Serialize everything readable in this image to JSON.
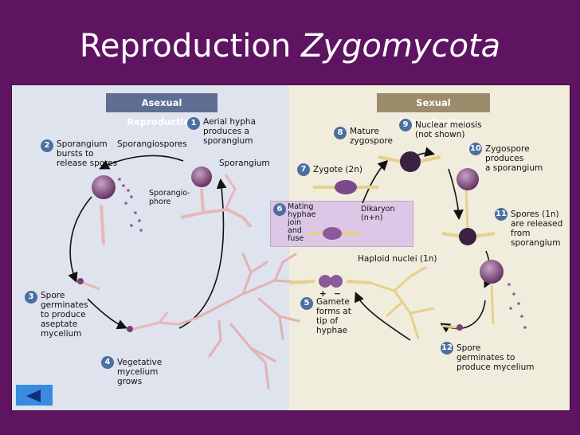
{
  "title": {
    "main": "Reproduction",
    "italic": "Zygomycota"
  },
  "headers": {
    "asexual": "Asexual Reproduction",
    "sexual": "Sexual Reproduction"
  },
  "steps": [
    {
      "num": "1",
      "lines": [
        "Aerial hypha",
        "produces a",
        "sporangium"
      ]
    },
    {
      "num": "2",
      "lines": [
        "Sporangium",
        "bursts to",
        "release spores"
      ]
    },
    {
      "num": "3",
      "lines": [
        "Spore",
        "germinates",
        "to produce",
        "aseptate",
        "mycelium"
      ]
    },
    {
      "num": "4",
      "lines": [
        "Vegetative",
        "mycelium",
        "grows"
      ]
    },
    {
      "num": "5",
      "lines": [
        "Gamete",
        "forms at",
        "tip of",
        "hyphae"
      ]
    },
    {
      "num": "6",
      "lines": [
        "Mating",
        "hyphae",
        "join",
        "and",
        "fuse"
      ]
    },
    {
      "num": "7",
      "lines": [
        "Zygote (2n)"
      ]
    },
    {
      "num": "8",
      "lines": [
        "Mature",
        "zygospore"
      ]
    },
    {
      "num": "9",
      "lines": [
        "Nuclear meiosis",
        "(not shown)"
      ]
    },
    {
      "num": "10",
      "lines": [
        "Zygospore",
        "produces",
        "a sporangium"
      ]
    },
    {
      "num": "11",
      "lines": [
        "Spores (1n)",
        "are released",
        "from",
        "sporangium"
      ]
    },
    {
      "num": "12",
      "lines": [
        "Spore",
        "germinates to",
        "produce mycelium"
      ]
    }
  ],
  "labels": {
    "sporangiospores": "Sporangiospores",
    "sporangium": "Sporangium",
    "sporangiophore": [
      "Sporangio-",
      "phore"
    ],
    "dikaryon": [
      "Dikaryon",
      "(n+n)"
    ],
    "haploid_nuclei": "Haploid nuclei (1n)",
    "plus": "+",
    "minus": "−"
  },
  "colors": {
    "background": "#5e1461",
    "asexual_panel": "#dfe3ed",
    "sexual_panel": "#f1eddd",
    "step_badge": "#4a6fa0",
    "mating_box": "#dcc8e6"
  },
  "nav": {
    "back_icon": "left-triangle-icon"
  }
}
